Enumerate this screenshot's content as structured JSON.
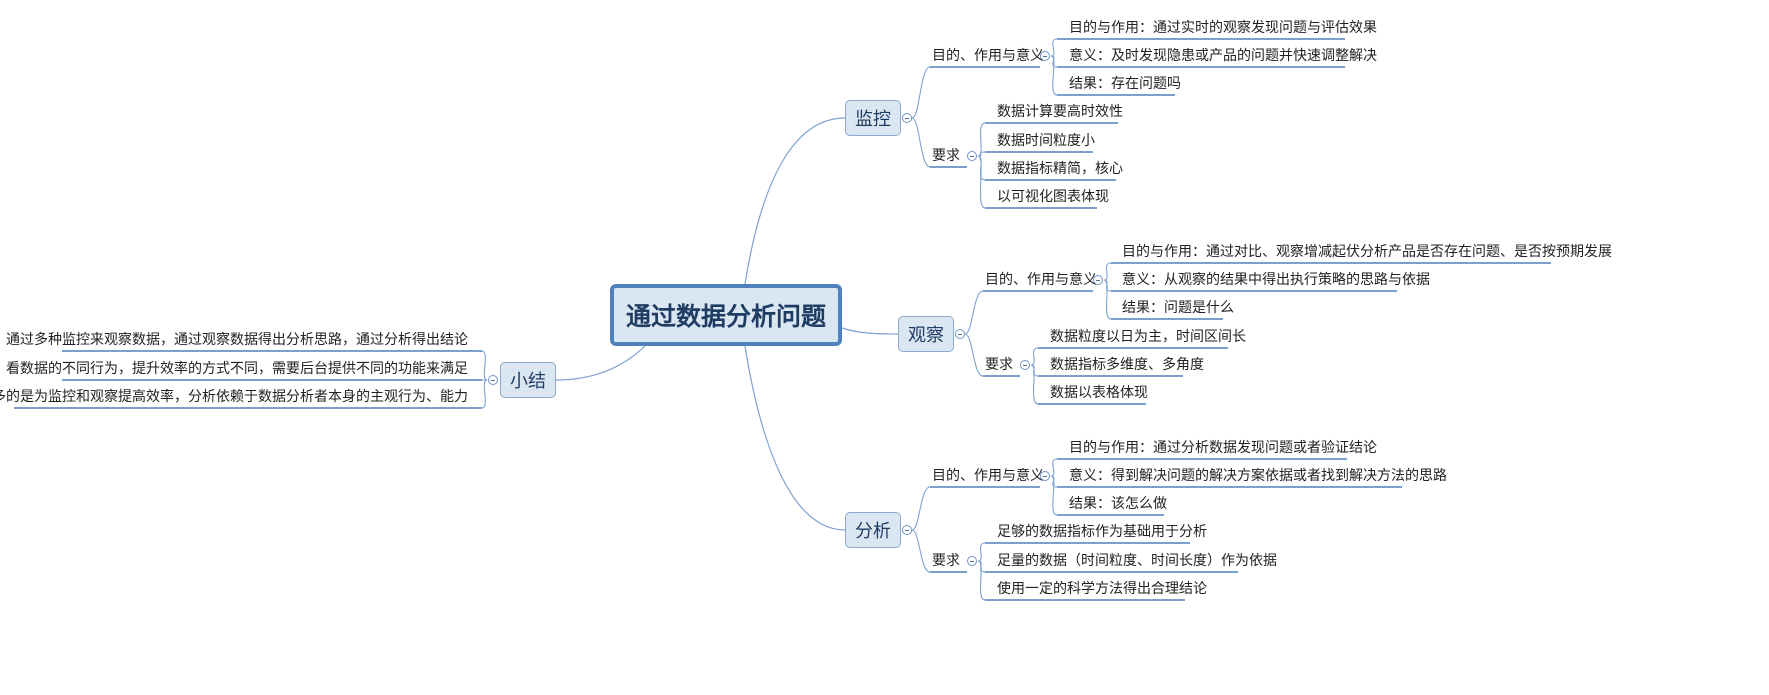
{
  "root": {
    "title": "通过数据分析问题"
  },
  "branches": {
    "jiankong": {
      "label": "监控",
      "goal": {
        "label": "目的、作用与意义",
        "items": [
          "目的与作用：通过实时的观察发现问题与评估效果",
          "意义：及时发现隐患或产品的问题并快速调整解决",
          "结果：存在问题吗"
        ]
      },
      "req": {
        "label": "要求",
        "items": [
          "数据计算要高时效性",
          "数据时间粒度小",
          "数据指标精简，核心",
          "以可视化图表体现"
        ]
      }
    },
    "guancha": {
      "label": "观察",
      "goal": {
        "label": "目的、作用与意义",
        "items": [
          "目的与作用：通过对比、观察增减起伏分析产品是否存在问题、是否按预期发展",
          "意义：从观察的结果中得出执行策略的思路与依据",
          "结果：问题是什么"
        ]
      },
      "req": {
        "label": "要求",
        "items": [
          "数据粒度以日为主，时间区间长",
          "数据指标多维度、多角度",
          "数据以表格体现"
        ]
      }
    },
    "fenxi": {
      "label": "分析",
      "goal": {
        "label": "目的、作用与意义",
        "items": [
          "目的与作用：通过分析数据发现问题或者验证结论",
          "意义：得到解决问题的解决方案依据或者找到解决方法的思路",
          "结果：该怎么做"
        ]
      },
      "req": {
        "label": "要求",
        "items": [
          "足够的数据指标作为基础用于分析",
          "足量的数据（时间粒度、时间长度）作为依据",
          "使用一定的科学方法得出合理结论"
        ]
      }
    },
    "xiaojie": {
      "label": "小结",
      "items": [
        "通过多种监控来观察数据，通过观察数据得出分析思路，通过分析得出结论",
        "看数据的不同行为，提升效率的方式不同，需要后台提供不同的功能来满足",
        "后台更多的是为监控和观察提高效率，分析依赖于数据分析者本身的主观行为、能力"
      ]
    }
  },
  "colors": {
    "line": "#7fa2cf",
    "underline": "#4f81bd",
    "branch_fill": "#dbe6f3",
    "root_border": "#4f81bd",
    "text": "#222222"
  }
}
